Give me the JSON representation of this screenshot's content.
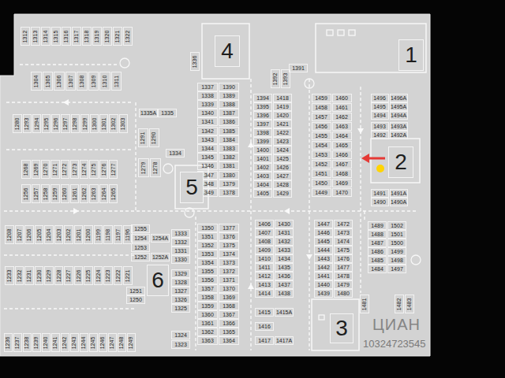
{
  "diagram": {
    "nodes": [
      {
        "text": [
          "4"
        ]
      },
      {
        "text": [
          "1"
        ]
      },
      {
        "text": [
          "2"
        ]
      },
      {
        "text": [
          "5"
        ]
      },
      {
        "text": [
          "6"
        ]
      },
      {
        "text": [
          "3"
        ]
      }
    ],
    "labels": [
      "1312",
      "1313",
      "1314",
      "1315",
      "1316",
      "1317",
      "1318",
      "1319",
      "1320",
      "1321",
      "1322",
      "1304",
      "1305",
      "1306",
      "1307",
      "1308",
      "1309",
      "1310",
      "1311",
      "1280",
      "1293",
      "1294",
      "1295",
      "1296",
      "1297",
      "1298",
      "1299",
      "1300",
      "1301",
      "1302",
      "1303",
      "1291",
      "1290",
      "1268",
      "1269",
      "1270",
      "1271",
      "1272",
      "1273",
      "1274",
      "1275",
      "1276",
      "1277",
      "1279",
      "1278",
      "1256",
      "1257",
      "1258",
      "1259",
      "1260",
      "1261",
      "1262",
      "1263",
      "1264",
      "1265",
      "1208",
      "1207",
      "1206",
      "1205",
      "1204",
      "1203",
      "1202",
      "1201",
      "1200",
      "1199",
      "1198",
      "1197",
      "1196",
      "1233",
      "1232",
      "1231",
      "1230",
      "1229",
      "1228",
      "1227",
      "1226",
      "1225",
      "1224",
      "1223",
      "1222",
      "1221",
      "1236",
      "1237",
      "1238",
      "1239",
      "1240",
      "1241",
      "1242",
      "1243",
      "1244",
      "1245",
      "1246",
      "1247",
      "1248",
      "1249",
      "1336",
      "1335A",
      "1335",
      "1334",
      "1337",
      "1390",
      "1338",
      "1389",
      "1339",
      "1388",
      "1340",
      "1387",
      "1341",
      "1386",
      "1342",
      "1385",
      "1343",
      "1384",
      "1344",
      "1383",
      "1345",
      "1382",
      "1346",
      "1381",
      "1347",
      "1380",
      "1348",
      "1379",
      "1349",
      "1378",
      "1391",
      "1392",
      "1393",
      "1394",
      "1418",
      "1395",
      "1419",
      "1396",
      "1420",
      "1397",
      "1421",
      "1398",
      "1422",
      "1399",
      "1423",
      "1400",
      "1424",
      "1401",
      "1425",
      "1402",
      "1426",
      "1403",
      "1427",
      "1404",
      "1428",
      "1405",
      "1429",
      "1459",
      "1460",
      "1458",
      "1461",
      "1457",
      "1462",
      "1456",
      "1463",
      "1455",
      "1464",
      "1454",
      "1465",
      "1453",
      "1466",
      "1452",
      "1467",
      "1451",
      "1468",
      "1450",
      "1469",
      "1449",
      "1470",
      "1496",
      "1496A",
      "1495",
      "1495A",
      "1494",
      "1494A",
      "1493",
      "1493A",
      "1492",
      "1492A",
      "1491",
      "1491A",
      "1490",
      "1490A",
      "1350",
      "1377",
      "1351",
      "1376",
      "1352",
      "1375",
      "1353",
      "1374",
      "1354",
      "1373",
      "1355",
      "1372",
      "1356",
      "1371",
      "1357",
      "1370",
      "1358",
      "1369",
      "1359",
      "1368",
      "1360",
      "1367",
      "1361",
      "1366",
      "1362",
      "1365",
      "1363",
      "1364",
      "1406",
      "1430",
      "1407",
      "1431",
      "1408",
      "1432",
      "1409",
      "1433",
      "1410",
      "1434",
      "1411",
      "1435",
      "1412",
      "1436",
      "1413",
      "1437",
      "1414",
      "1438",
      "1415",
      "1415A",
      "1416",
      "1417",
      "1417A",
      "1447",
      "1472",
      "1446",
      "1473",
      "1445",
      "1474",
      "1444",
      "1475",
      "1443",
      "1476",
      "1442",
      "1477",
      "1441",
      "1478",
      "1440",
      "1479",
      "1439",
      "1480",
      "1489",
      "1502",
      "1488",
      "1501",
      "1487",
      "1500",
      "1486",
      "1499",
      "1485",
      "1498",
      "1484",
      "1497",
      "1481",
      "1482",
      "1483",
      "1255",
      "1254",
      "1254A",
      "1253",
      "1252",
      "1252A",
      "1333",
      "1332",
      "1331",
      "1330",
      "1329",
      "1328",
      "1327",
      "1326",
      "1325",
      "1324",
      "1323",
      "1251",
      "1250",
      "ЦИАН",
      "10324723545"
    ]
  }
}
